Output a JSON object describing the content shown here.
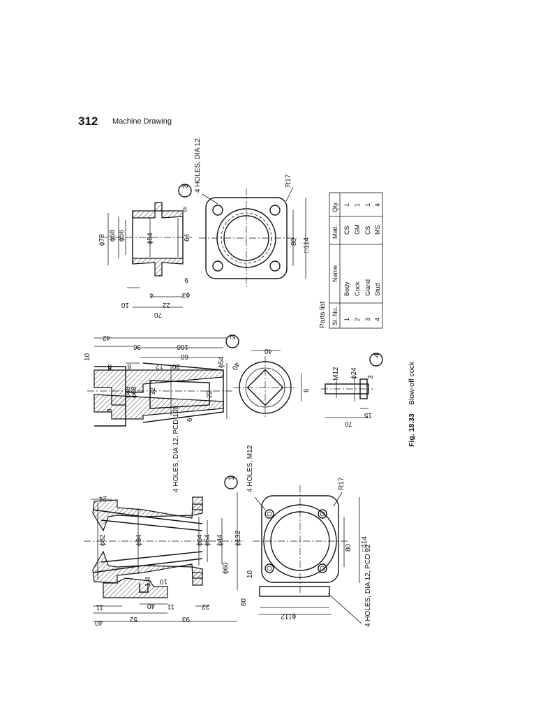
{
  "header": {
    "page_number": "312",
    "running_head": "Machine Drawing"
  },
  "figure": {
    "number": "Fig. 18.33",
    "caption": "Blow-off cock"
  },
  "part_markers": [
    "1",
    "2",
    "3",
    "4"
  ],
  "notes": {
    "body_top": "4 HOLES, DIA 12, PCD 100",
    "body_plan_holes": "4 HOLES, M12",
    "body_base": "4 HOLES, DIA 12, PCD 92",
    "gland_holes": "4 HOLES, DIA 12",
    "r17": "R17",
    "gland_r17": "R17"
  },
  "dimensions": {
    "body": [
      "40",
      "11",
      "52",
      "40",
      "93",
      "11",
      "22",
      "80",
      "ϕ112",
      "ϕ82",
      "ϕ94",
      "ϕ54",
      "ϕ44",
      "ϕ132",
      "ϕ60",
      "24",
      "10",
      "10",
      "ϕ54",
      "1:4",
      "80",
      "□114"
    ],
    "cock": [
      "42",
      "36",
      "100",
      "10",
      "8",
      "8",
      "32",
      "22",
      "60",
      "ϕ48",
      "ϕ68",
      "ϕ54",
      "30",
      "12",
      "8",
      "8",
      "ϕ60",
      "40",
      "40",
      "6",
      "6"
    ],
    "gland": [
      "ϕ78",
      "ϕ68",
      "ϕ56",
      "ϕ54",
      "64",
      "9",
      "9",
      "70",
      "22",
      "4",
      "10",
      "ϕ3",
      "80",
      "□114"
    ],
    "stud": [
      "M12",
      "ϕ24",
      "3",
      "70",
      "15"
    ]
  },
  "parts_list": {
    "title": "Parts list",
    "columns": [
      "Sl. No.",
      "Name",
      "Matl.",
      "Qty."
    ],
    "rows": [
      [
        "1",
        "Body",
        "CS",
        "1"
      ],
      [
        "2",
        "Cock",
        "GM",
        "1"
      ],
      [
        "3",
        "Gland",
        "CS",
        "1"
      ],
      [
        "4",
        "Stud",
        "MS",
        "4"
      ]
    ]
  }
}
